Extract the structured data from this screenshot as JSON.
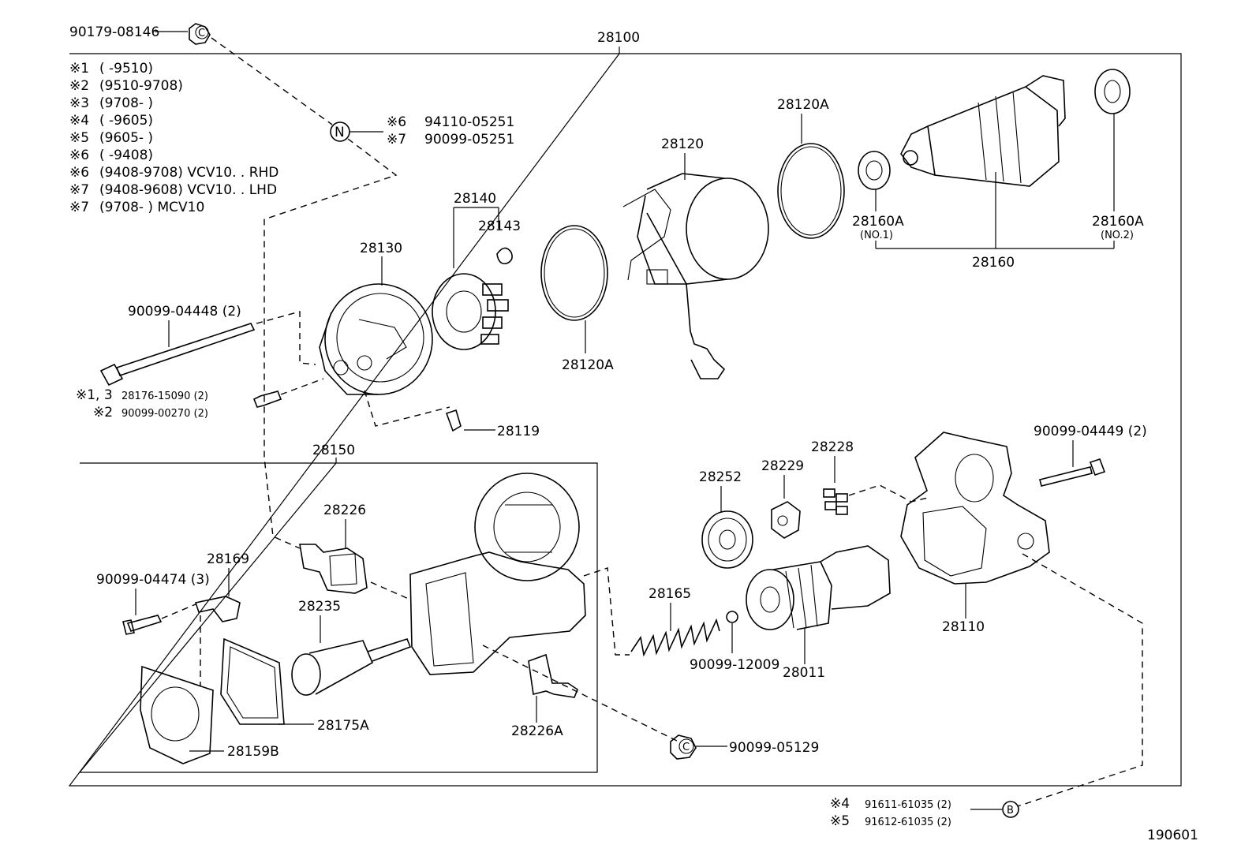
{
  "top_code": "90179-08146",
  "assembly": "28100",
  "notes": [
    {
      "mark": "※1",
      "text": "(        -9510)"
    },
    {
      "mark": "※2",
      "text": "(9510-9708)"
    },
    {
      "mark": "※3",
      "text": "(9708-        )"
    },
    {
      "mark": "※4",
      "text": "(        -9605)"
    },
    {
      "mark": "※5",
      "text": "(9605-        )"
    },
    {
      "mark": "※6",
      "text": "(        -9408)"
    },
    {
      "mark": "※6",
      "text": "(9408-9708) VCV10. . RHD"
    },
    {
      "mark": "※7",
      "text": "(9408-9608) VCV10. . LHD"
    },
    {
      "mark": "※7",
      "text": "(9708-        ) MCV10"
    }
  ],
  "n_marker": "N",
  "n_refs": [
    {
      "mark": "※6",
      "code": "94110-05251"
    },
    {
      "mark": "※7",
      "code": "90099-05251"
    }
  ],
  "parts": {
    "p28120a_top": "28120A",
    "p28120": "28120",
    "p28140": "28140",
    "p28143": "28143",
    "p28130": "28130",
    "p28160a_1": "28160A",
    "p28160a_1_sub": "(NO.1)",
    "p28160a_2": "28160A",
    "p28160a_2_sub": "(NO.2)",
    "p28160": "28160",
    "bolt_04448": "90099-04448 (2)",
    "p28120a_bottom": "28120A",
    "screw_a_mark": "※1, 3",
    "screw_a_code": "28176-15090 (2)",
    "screw_b_mark": "※2",
    "screw_b_code": "90099-00270 (2)",
    "p28119": "28119",
    "p28150": "28150",
    "p28226": "28226",
    "p28169": "28169",
    "bolt_04474": "90099-04474 (3)",
    "p28235": "28235",
    "p28175a": "28175A",
    "p28159b": "28159B",
    "p28226a": "28226A",
    "nut_05129": "90099-05129",
    "p28252": "28252",
    "p28229": "28229",
    "p28228": "28228",
    "bolt_04449": "90099-04449 (2)",
    "p28165": "28165",
    "ball_12009": "90099-12009",
    "p28011": "28011",
    "p28110": "28110"
  },
  "b_marker": "B",
  "b_refs": [
    {
      "mark": "※4",
      "code": "91611-61035 (2)"
    },
    {
      "mark": "※5",
      "code": "91612-61035 (2)"
    }
  ],
  "c_marker": "C",
  "figure_id": "190601"
}
